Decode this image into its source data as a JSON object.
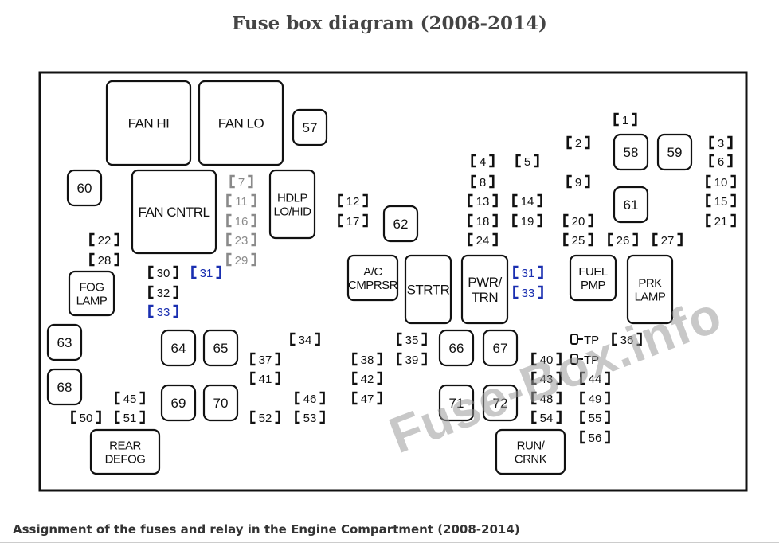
{
  "page": {
    "title": "Fuse box diagram (2008-2014)",
    "caption": "Assignment of the fuses and relay in the Engine Compartment (2008-2014)",
    "watermark": "Fuse-Box.info"
  },
  "colors": {
    "outline": "#111111",
    "highlight_blue": "#1a2fb0",
    "dim_gray": "#8a8a8a",
    "watermark": "#9a9a9a"
  },
  "relays": [
    {
      "id": "fan_hi",
      "label": [
        "FAN HI"
      ]
    },
    {
      "id": "fan_lo",
      "label": [
        "FAN LO"
      ]
    },
    {
      "id": "fan_cntrl",
      "label": [
        "FAN CNTRL"
      ]
    },
    {
      "id": "hdlp_lo_hid",
      "label": [
        "HDLP",
        "LO/HID"
      ]
    },
    {
      "id": "fog_lamp",
      "label": [
        "FOG",
        "LAMP"
      ]
    },
    {
      "id": "ac_cmprsr",
      "label": [
        "A/C",
        "CMPRSR"
      ]
    },
    {
      "id": "strtr",
      "label": [
        "STRTR"
      ]
    },
    {
      "id": "pwr_trn",
      "label": [
        "PWR/",
        "TRN"
      ]
    },
    {
      "id": "fuel_pmp",
      "label": [
        "FUEL",
        "PMP"
      ]
    },
    {
      "id": "prk_lamp",
      "label": [
        "PRK",
        "LAMP"
      ]
    },
    {
      "id": "rear_defog",
      "label": [
        "REAR",
        "DEFOG"
      ]
    },
    {
      "id": "run_crnk",
      "label": [
        "RUN/",
        "CRNK"
      ]
    }
  ],
  "maxi_fuses": [
    "57",
    "58",
    "59",
    "60",
    "61",
    "62",
    "63",
    "64",
    "65",
    "66",
    "67",
    "68",
    "69",
    "70",
    "71",
    "72"
  ],
  "fuses": [
    {
      "n": "1"
    },
    {
      "n": "2"
    },
    {
      "n": "3"
    },
    {
      "n": "4"
    },
    {
      "n": "5"
    },
    {
      "n": "6"
    },
    {
      "n": "7",
      "style": "dim"
    },
    {
      "n": "8"
    },
    {
      "n": "9"
    },
    {
      "n": "10"
    },
    {
      "n": "11",
      "style": "dim"
    },
    {
      "n": "12"
    },
    {
      "n": "13"
    },
    {
      "n": "14"
    },
    {
      "n": "15"
    },
    {
      "n": "16",
      "style": "dim"
    },
    {
      "n": "17"
    },
    {
      "n": "18"
    },
    {
      "n": "19"
    },
    {
      "n": "20"
    },
    {
      "n": "21"
    },
    {
      "n": "22"
    },
    {
      "n": "23",
      "style": "dim"
    },
    {
      "n": "24"
    },
    {
      "n": "25"
    },
    {
      "n": "26"
    },
    {
      "n": "27"
    },
    {
      "n": "28"
    },
    {
      "n": "29",
      "style": "dim"
    },
    {
      "n": "30"
    },
    {
      "n": "31",
      "style": "blue"
    },
    {
      "n": "32"
    },
    {
      "n": "33",
      "style": "blue"
    },
    {
      "n": "31",
      "style": "blue"
    },
    {
      "n": "33",
      "style": "blue"
    },
    {
      "n": "34"
    },
    {
      "n": "35"
    },
    {
      "n": "36"
    },
    {
      "n": "37"
    },
    {
      "n": "38"
    },
    {
      "n": "39"
    },
    {
      "n": "40"
    },
    {
      "n": "41"
    },
    {
      "n": "42"
    },
    {
      "n": "43"
    },
    {
      "n": "44"
    },
    {
      "n": "45"
    },
    {
      "n": "46"
    },
    {
      "n": "47"
    },
    {
      "n": "48"
    },
    {
      "n": "49"
    },
    {
      "n": "50"
    },
    {
      "n": "51"
    },
    {
      "n": "52"
    },
    {
      "n": "53"
    },
    {
      "n": "54"
    },
    {
      "n": "55"
    },
    {
      "n": "56"
    }
  ],
  "test_points": [
    "TP",
    "TP"
  ]
}
